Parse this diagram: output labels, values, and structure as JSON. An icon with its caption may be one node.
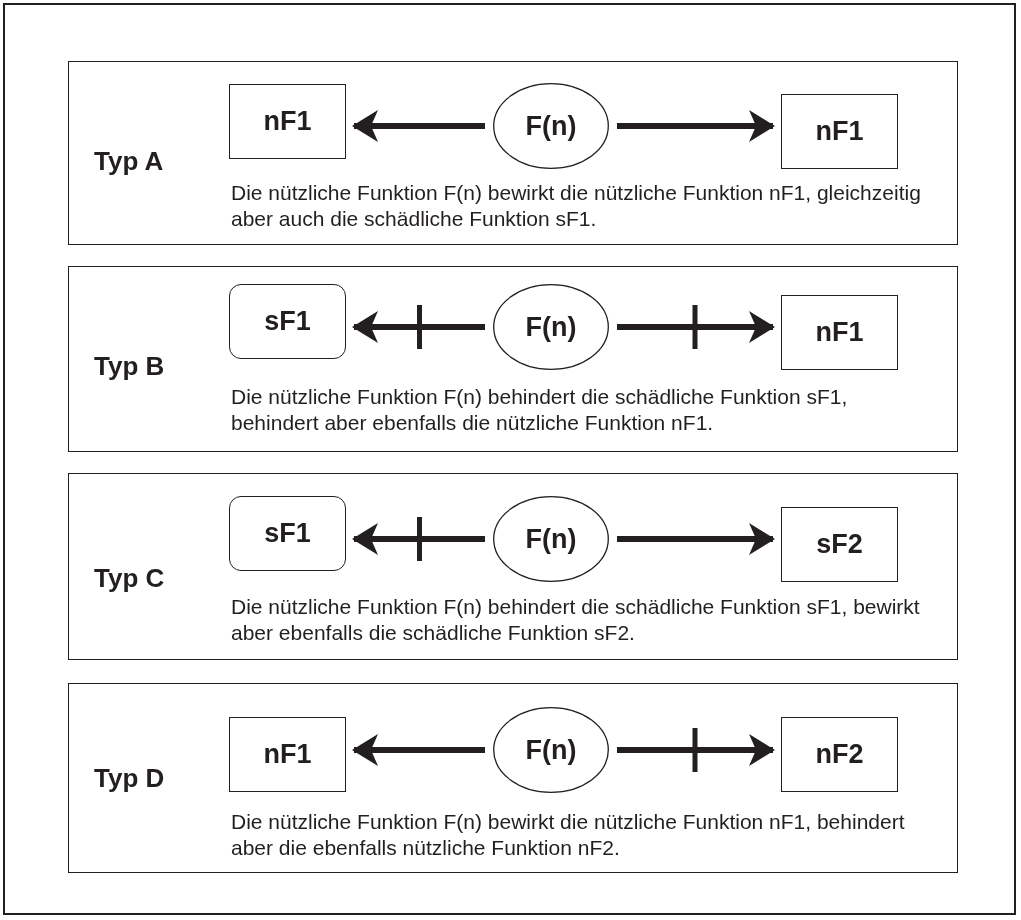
{
  "diagram": {
    "nodes": [
      {
        "text": [
          "Typ A",
          "Die nützliche Funktion F(n) bewirkt die nützliche Funktion nF1, gleichzeitig aber auch die schädliche Funktion sF1."
        ]
      },
      {
        "text": [
          "nF1"
        ],
        "in": 0
      },
      {
        "text": [
          "F(n)"
        ],
        "in": 0
      },
      {
        "text": [
          "nF1"
        ],
        "in": 0
      },
      {
        "text": [
          "Typ B",
          "Die nützliche Funktion F(n) behindert die schädliche Funktion sF1, behindert aber ebenfalls die nützliche Funktion nF1."
        ]
      },
      {
        "text": [
          "sF1"
        ],
        "in": 4
      },
      {
        "text": [
          "F(n)"
        ],
        "in": 4
      },
      {
        "text": [
          "nF1"
        ],
        "in": 4
      },
      {
        "text": [
          "Typ C",
          "Die nützliche Funktion F(n) behindert die schädliche Funktion sF1, bewirkt aber ebenfalls die schädliche Funktion sF2."
        ]
      },
      {
        "text": [
          "sF1"
        ],
        "in": 8
      },
      {
        "text": [
          "F(n)"
        ],
        "in": 8
      },
      {
        "text": [
          "sF2"
        ],
        "in": 8
      },
      {
        "text": [
          "Typ D",
          "Die nützliche Funktion F(n) bewirkt die nützliche Funktion nF1, behindert aber die ebenfalls nützliche Funktion nF2."
        ]
      },
      {
        "text": [
          "nF1"
        ],
        "in": 12
      },
      {
        "text": [
          "F(n)"
        ],
        "in": 12
      },
      {
        "text": [
          "nF2"
        ],
        "in": 12
      }
    ],
    "edges": [
      {
        "from": 2,
        "to": 1,
        "arrow": "to"
      },
      {
        "from": 2,
        "to": 3,
        "arrow": "to"
      },
      {
        "from": 6,
        "to": 5,
        "arrow": "to"
      },
      {
        "from": 6,
        "to": 7,
        "arrow": "to"
      },
      {
        "from": 10,
        "to": 9,
        "arrow": "to"
      },
      {
        "from": 10,
        "to": 11,
        "arrow": "to"
      },
      {
        "from": 14,
        "to": 13,
        "arrow": "to"
      },
      {
        "from": 14,
        "to": 15,
        "arrow": "to"
      }
    ]
  }
}
